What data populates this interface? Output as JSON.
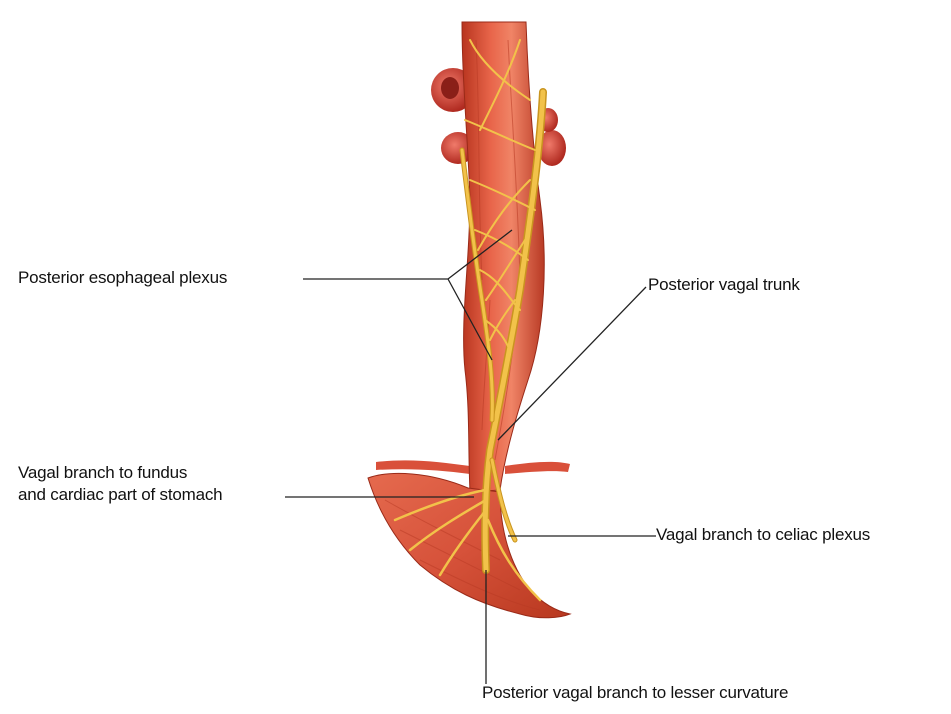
{
  "figure": {
    "labels": {
      "posterior_esophageal_plexus": "Posterior esophageal plexus",
      "posterior_vagal_trunk": "Posterior vagal trunk",
      "fundus_line1": "Vagal branch to fundus",
      "fundus_line2": "and cardiac part of stomach",
      "celiac_plexus": "Vagal branch to celiac plexus",
      "lesser_curvature": "Posterior vagal branch to lesser curvature"
    },
    "colors": {
      "esophagus": "#d9503a",
      "esophagus_dark": "#a8301f",
      "esophagus_light": "#f08a6e",
      "nerve": "#f2c24a",
      "nerve_dark": "#c9951f",
      "leader": "#222222"
    }
  }
}
